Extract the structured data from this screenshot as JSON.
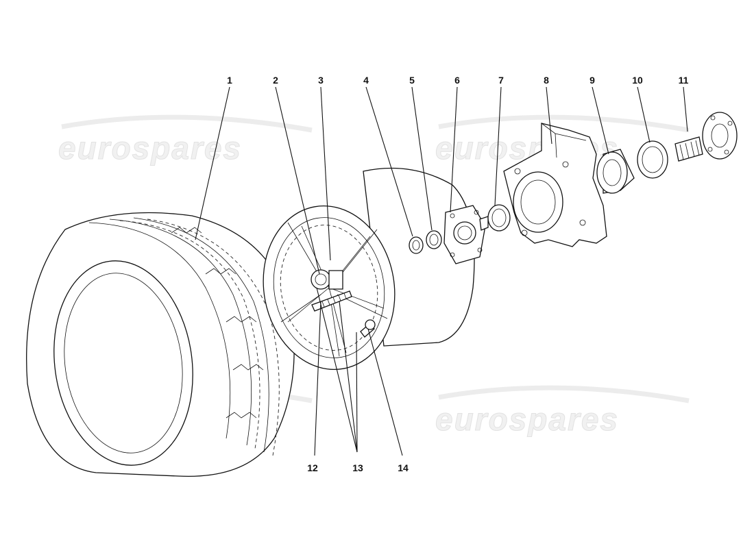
{
  "watermark": {
    "text": "eurospares"
  },
  "callouts": [
    "1",
    "2",
    "3",
    "4",
    "5",
    "6",
    "7",
    "8",
    "9",
    "10",
    "11",
    "12",
    "13",
    "14"
  ]
}
